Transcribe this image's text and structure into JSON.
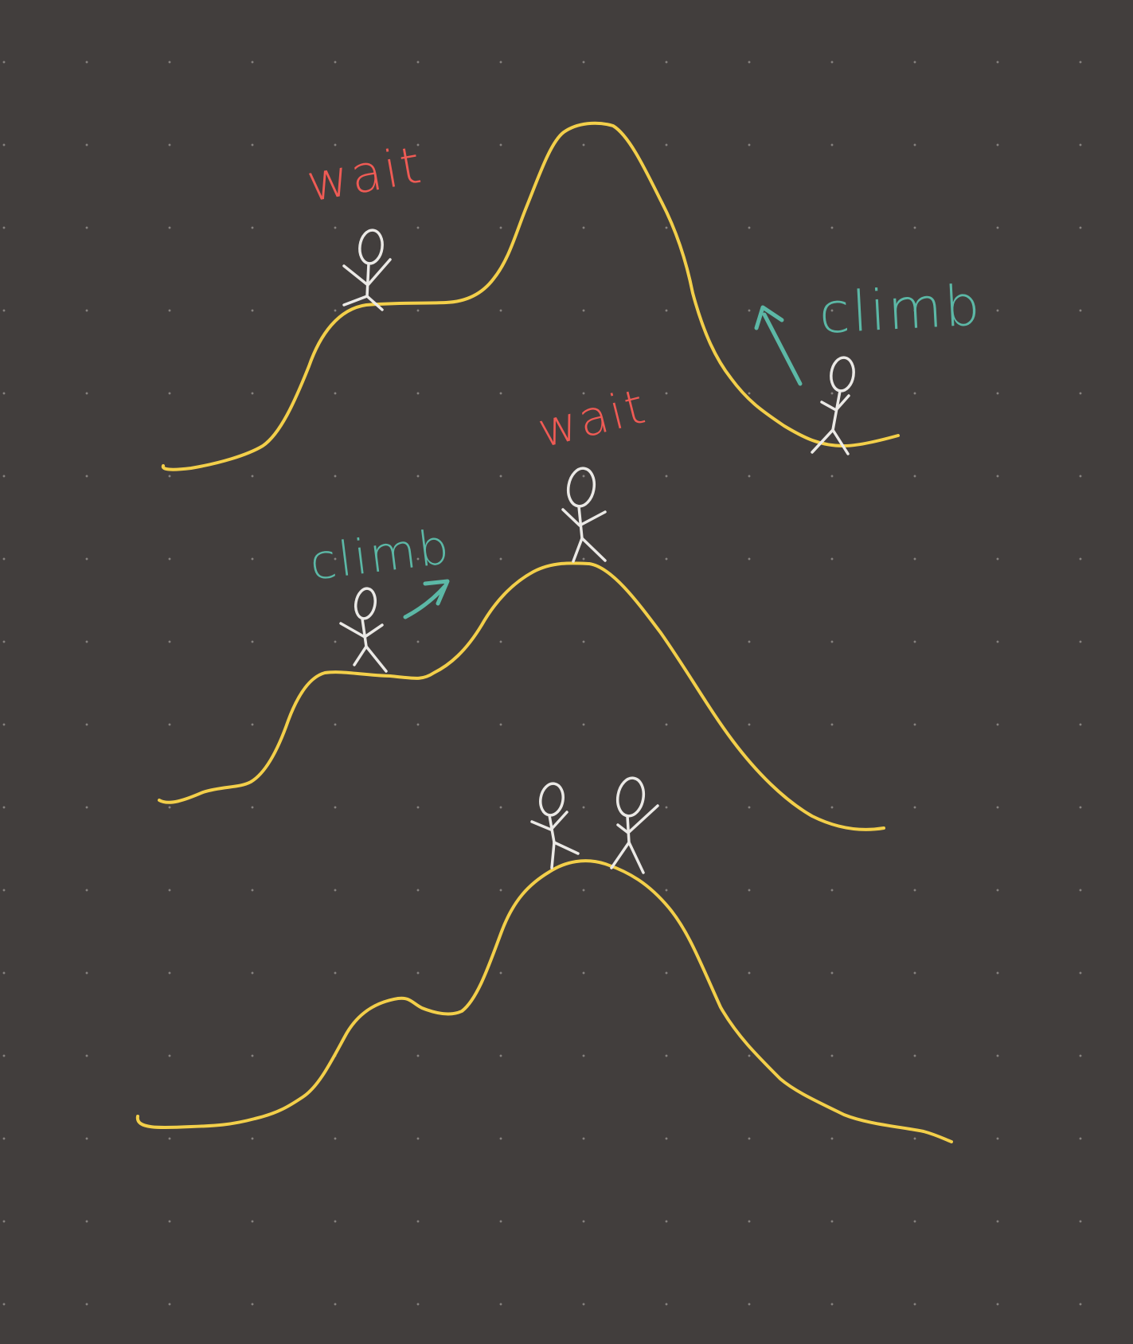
{
  "canvas": {
    "background": "#423e3d",
    "grid": "dotted",
    "grid_dot_color": "#bdb8b2"
  },
  "colors": {
    "curve": "#f3cf4a",
    "figure": "#ebe9e6",
    "wait": "#ef5b55",
    "climb": "#5cb8a6"
  },
  "panels": [
    {
      "labels": [
        {
          "text": "wait",
          "color": "wait"
        },
        {
          "text": "climb",
          "color": "climb"
        }
      ],
      "figures": 2,
      "arrow": "up-left"
    },
    {
      "labels": [
        {
          "text": "wait",
          "color": "wait"
        },
        {
          "text": "climb",
          "color": "climb"
        }
      ],
      "figures": 2,
      "arrow": "up-right"
    },
    {
      "labels": [],
      "figures": 2
    }
  ]
}
